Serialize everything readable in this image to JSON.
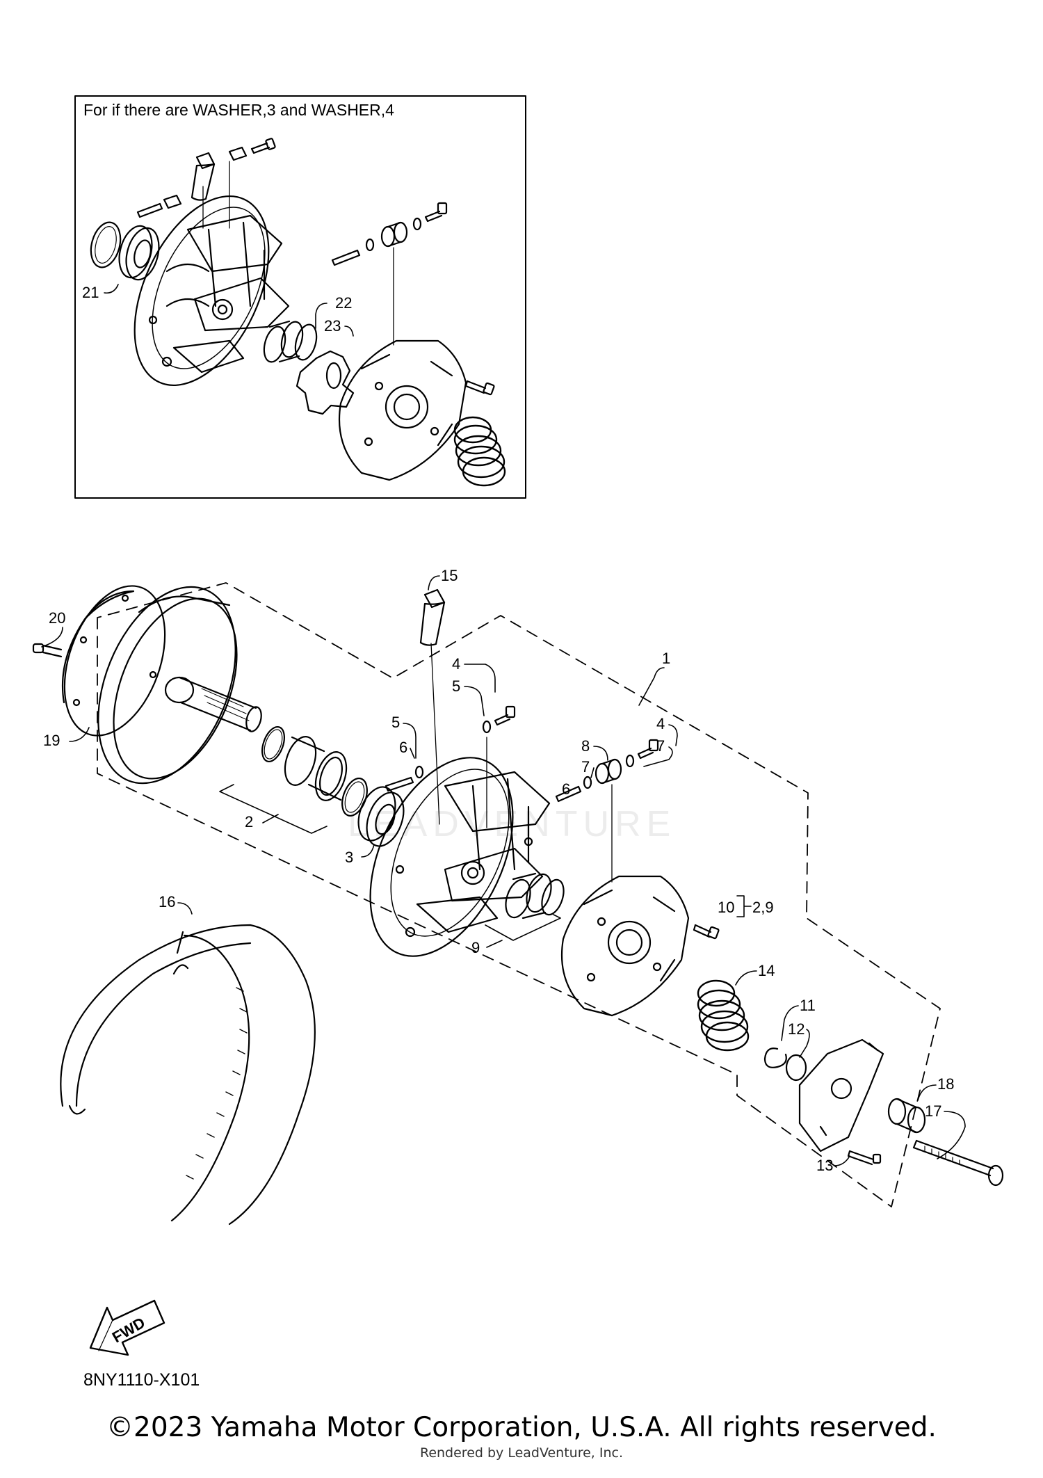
{
  "inset": {
    "title": "For if there are WASHER,3 and WASHER,4",
    "callouts": [
      "21",
      "22",
      "23"
    ]
  },
  "callouts": {
    "c1": "1",
    "c2": "2",
    "c3": "3",
    "c4a": "4",
    "c4b": "4",
    "c5a": "5",
    "c5b": "5",
    "c6a": "6",
    "c6b": "6",
    "c7a": "7",
    "c7b": "7",
    "c8": "8",
    "c9": "9",
    "c10": "10",
    "c10_ref": "2,9",
    "c11": "11",
    "c12": "12",
    "c13": "13",
    "c14": "14",
    "c15": "15",
    "c16": "16",
    "c17": "17",
    "c18": "18",
    "c19": "19",
    "c20": "20"
  },
  "fwd_label": "FWD",
  "diagram_code": "8NY1110-X101",
  "watermark": "LEADVENTURE",
  "copyright": "©2023 Yamaha Motor Corporation, U.S.A. All rights reserved.",
  "rendered_by": "Rendered by LeadVenture, Inc."
}
